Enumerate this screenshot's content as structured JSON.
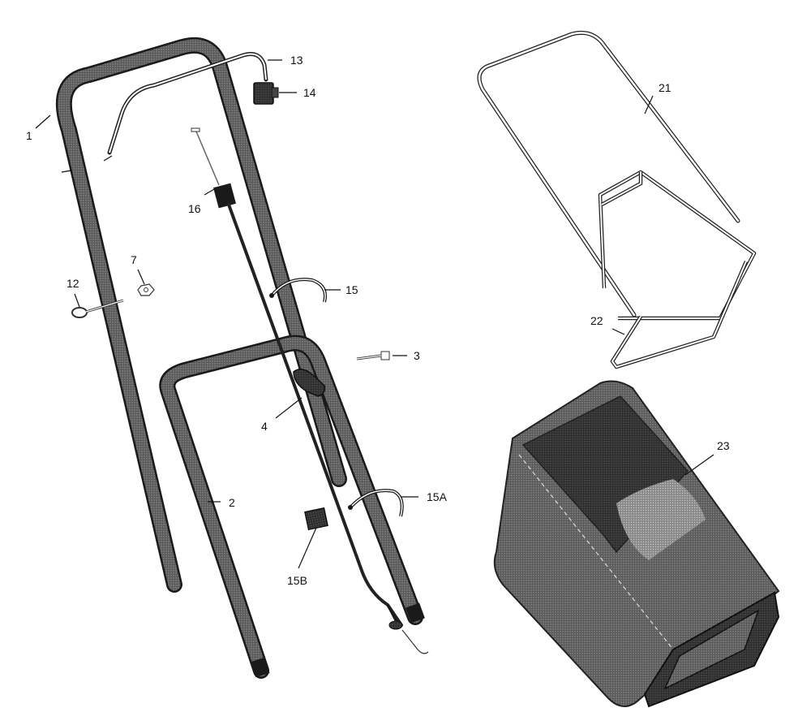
{
  "colors": {
    "ink": "#1a1a1a",
    "tube_fill": "#4a4a4a",
    "bag_fill": "#7a7a7a",
    "bag_dark": "#3a3a3a",
    "background": "#ffffff"
  },
  "callouts": {
    "c1": "1",
    "c2": "2",
    "c3": "3",
    "c4": "4",
    "c7": "7",
    "c12": "12",
    "c13": "13",
    "c14": "14",
    "c15": "15",
    "c15A": "15A",
    "c15B": "15B",
    "c16": "16",
    "c21": "21",
    "c22": "22",
    "c23": "23"
  }
}
